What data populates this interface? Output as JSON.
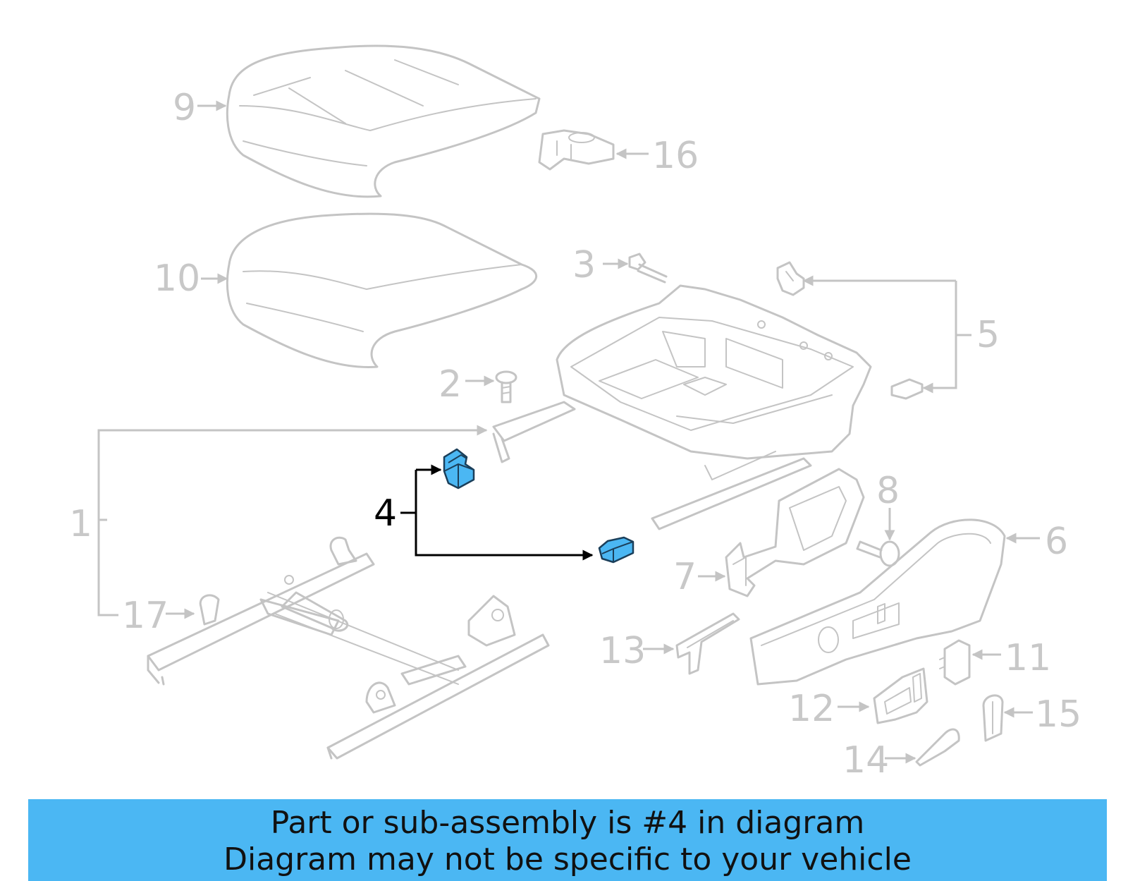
{
  "highlight_color": "#4bb7f3",
  "callouts": {
    "c1": "1",
    "c2": "2",
    "c3": "3",
    "c4": "4",
    "c5": "5",
    "c6": "6",
    "c7": "7",
    "c8": "8",
    "c9": "9",
    "c10": "10",
    "c11": "11",
    "c12": "12",
    "c13": "13",
    "c14": "14",
    "c15": "15",
    "c16": "16",
    "c17": "17"
  },
  "highlighted_part": "4",
  "banner": {
    "line1": "Part or sub-assembly is #4 in diagram",
    "line2": "Diagram may not be specific to your vehicle"
  }
}
